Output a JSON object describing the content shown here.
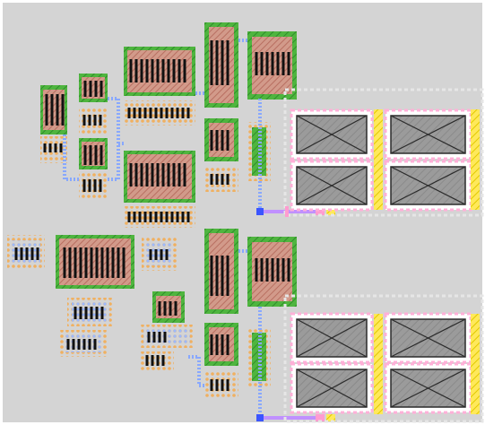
{
  "app": {
    "view": "ic-layout-editor-canvas"
  },
  "colors": {
    "canvas_bg": "#d4d4d4",
    "frame": "#ffffff",
    "nwell": "#a8c8d8",
    "contact_ring": "#f0b060",
    "implant_green": "#5cc04a",
    "diffusion_red": "#cc8a7a",
    "poly_black": "#111111",
    "metal1_blue": "#88a8ff",
    "metal2_purple": "#c090ff",
    "pad_pink": "#ff9cd0",
    "pad_yellow": "#f2e640",
    "cap_gray": "#9b9b9b",
    "cap_outline": "#2b2b2b",
    "guard_dashed": "#e4e4e4"
  },
  "layers": [
    {
      "name": "nwell"
    },
    {
      "name": "diffusion"
    },
    {
      "name": "poly"
    },
    {
      "name": "metal1"
    },
    {
      "name": "metal2"
    },
    {
      "name": "contact"
    },
    {
      "name": "capacitor"
    }
  ],
  "blocks": {
    "top": {
      "capacitor_array": {
        "rows": 2,
        "cols": 2
      },
      "transistor_cells": 14
    },
    "bottom": {
      "capacitor_array": {
        "rows": 2,
        "cols": 2
      },
      "transistor_cells": 14
    }
  }
}
